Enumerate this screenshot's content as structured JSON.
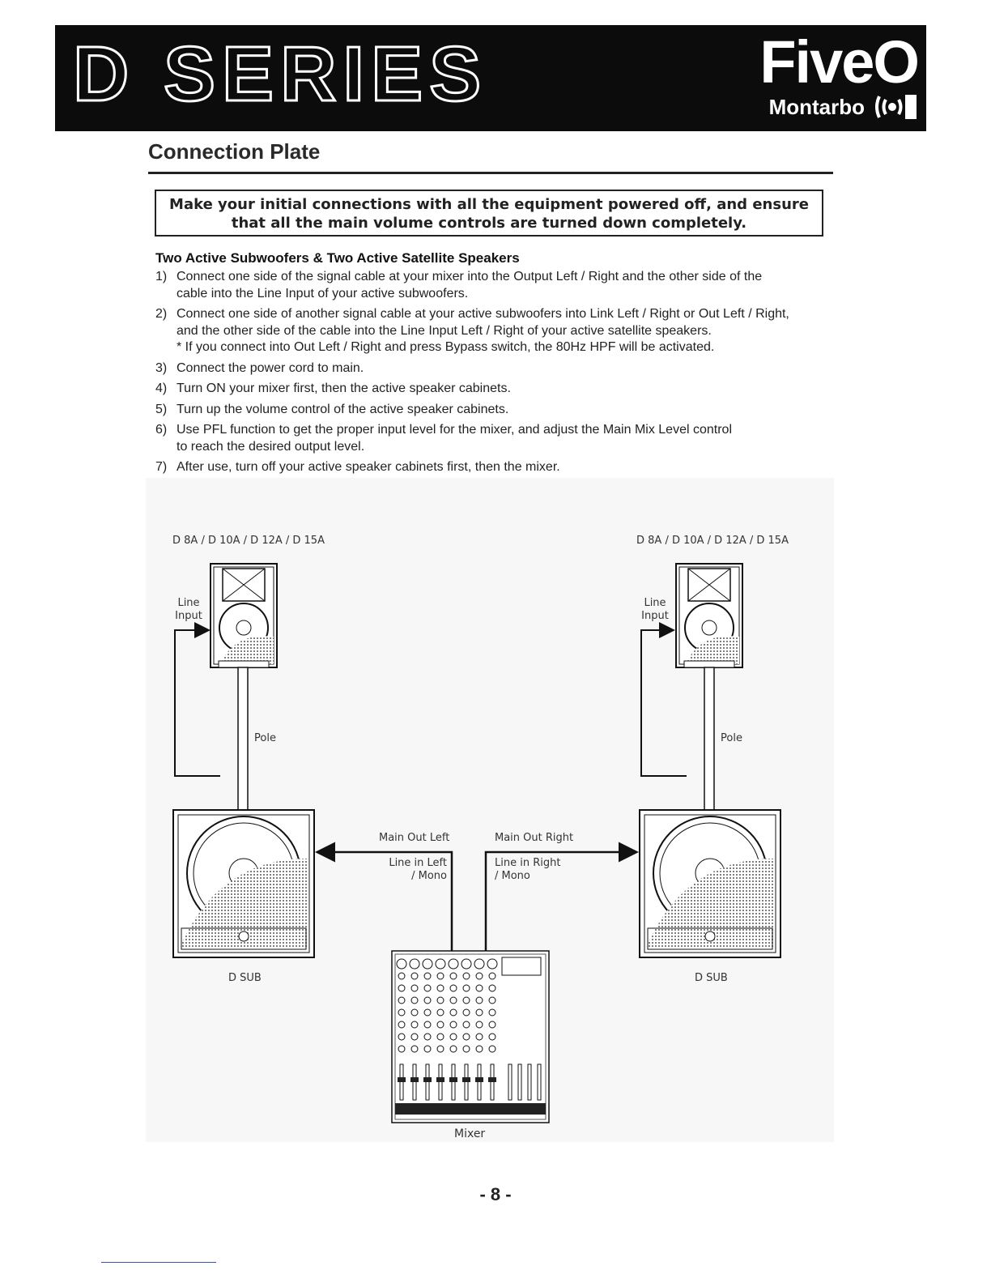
{
  "header": {
    "series": "D SERIES",
    "brand": "FiveO",
    "sub_brand": "Montarbo"
  },
  "page": {
    "title": "Connection Plate",
    "notice": "Make your initial connections with all the equipment powered off, and ensure that all the main volume controls are turned down completely.",
    "page_number": "- 8 -"
  },
  "instructions": {
    "heading": "Two Active Subwoofers & Two Active Satellite Speakers",
    "steps": [
      {
        "num": "1)",
        "lines": [
          "Connect one side of the signal cable at your mixer into the Output Left / Right and the other side of the",
          "cable into the Line Input of your active subwoofers."
        ]
      },
      {
        "num": "2)",
        "lines": [
          "Connect one side of another signal cable at your active subwoofers into Link Left / Right or Out Left / Right,",
          "and the other side of the cable into the Line Input Left / Right of your active satellite speakers.",
          "* If you connect into Out Left / Right and press Bypass switch, the 80Hz HPF will be activated."
        ]
      },
      {
        "num": "3)",
        "lines": [
          "Connect the power cord to main."
        ]
      },
      {
        "num": "4)",
        "lines": [
          "Turn ON your mixer first, then the active speaker cabinets."
        ]
      },
      {
        "num": "5)",
        "lines": [
          "Turn up the volume control of the active speaker cabinets."
        ]
      },
      {
        "num": "6)",
        "lines": [
          "Use PFL function to get the proper input level for the mixer, and adjust the Main Mix Level control",
          "to reach the desired output level."
        ]
      },
      {
        "num": "7)",
        "lines": [
          "After use, turn off your active speaker cabinets first, then the mixer."
        ]
      }
    ]
  },
  "diagram": {
    "left_speaker_model": "D 8A / D 10A / D 12A / D 15A",
    "right_speaker_model": "D 8A / D 10A / D 12A / D 15A",
    "line_input_left": "Line Input",
    "line_input_right": "Line Input",
    "pole_left": "Pole",
    "pole_right": "Pole",
    "main_out_left": "Main Out Left",
    "main_out_right": "Main Out Right",
    "line_in_left": "Line in Left / Mono",
    "line_in_right": "Line in Right / Mono",
    "sub_left": "D SUB",
    "sub_right": "D SUB",
    "mixer": "Mixer"
  }
}
